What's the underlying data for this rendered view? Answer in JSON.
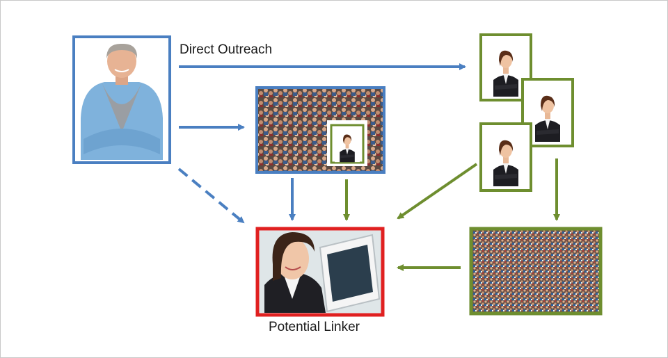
{
  "labels": {
    "direct_outreach": "Direct Outreach",
    "potential_linker": "Potential Linker"
  },
  "nodes": [
    {
      "id": "outreach-person",
      "icon": "man-portrait-icon"
    },
    {
      "id": "community-crowd",
      "icon": "crowd-photo-icon"
    },
    {
      "id": "influencer-group",
      "icon": "businesswoman-portrait-icon"
    },
    {
      "id": "linker",
      "icon": "woman-with-tablet-icon"
    },
    {
      "id": "large-audience",
      "icon": "large-crowd-photo-icon"
    }
  ],
  "colors": {
    "outreach": "#4a7fc1",
    "influencer": "#6e8e2f",
    "linker": "#e02020"
  }
}
